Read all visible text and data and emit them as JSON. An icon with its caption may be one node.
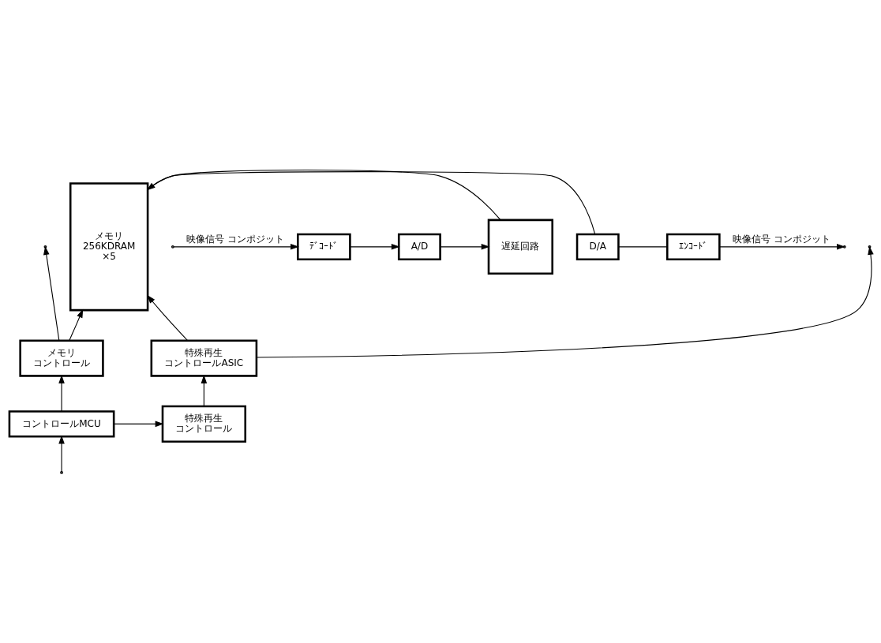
{
  "diagram": {
    "nodes": [
      {
        "text": [
          "ﾃﾞｺｰﾄﾞ"
        ]
      },
      {
        "text": [
          "A/D"
        ]
      },
      {
        "text": [
          "遅延回路"
        ]
      },
      {
        "text": [
          "メモリ",
          "256KDRAM",
          "×5"
        ]
      },
      {
        "text": [
          "D/A"
        ]
      },
      {
        "text": [
          "ｴﾝｺｰﾄﾞ"
        ]
      },
      {
        "text": [
          "特殊再生",
          "コントロールASIC"
        ]
      },
      {
        "text": [
          "メモリ",
          "コントロール"
        ]
      },
      {
        "text": [
          "特殊再生",
          "コントロール"
        ]
      },
      {
        "text": [
          "コントロールMCU"
        ]
      }
    ],
    "edges": [
      {
        "from": null,
        "to": 0,
        "arrow": "to",
        "label": "映像信号 コンポジット"
      },
      {
        "from": 0,
        "to": 1,
        "arrow": "to"
      },
      {
        "from": 1,
        "to": 2,
        "arrow": "to"
      },
      {
        "from": 2,
        "to": 3,
        "arrow": "to"
      },
      {
        "from": 3,
        "to": 4,
        "arrow": "none"
      },
      {
        "from": 4,
        "to": 5,
        "arrow": "none"
      },
      {
        "from": 5,
        "to": null,
        "arrow": "to",
        "label": "映像信号 コンポジット"
      },
      {
        "from": 6,
        "to": null,
        "arrow": "to"
      },
      {
        "from": 6,
        "to": 3,
        "arrow": "to"
      },
      {
        "from": 7,
        "to": 3,
        "arrow": "to"
      },
      {
        "from": 7,
        "to": null,
        "arrow": "to"
      },
      {
        "from": 9,
        "to": 8,
        "arrow": "to"
      },
      {
        "from": 9,
        "to": 7,
        "arrow": "to"
      },
      {
        "from": 8,
        "to": 6,
        "arrow": "to"
      },
      {
        "from": null,
        "to": 9,
        "arrow": "to"
      }
    ]
  }
}
